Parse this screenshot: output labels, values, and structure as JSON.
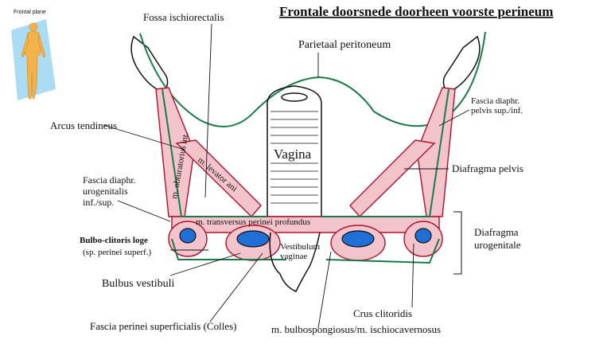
{
  "title": "Frontale doorsnede doorheen voorste perineum",
  "inset": {
    "caption": "Frontal plane"
  },
  "labels": {
    "fossa": "Fossa ischiorectalis",
    "peritoneum": "Parietaal peritoneum",
    "arcus": "Arcus tendineus",
    "fascia_pelvis": "Fascia diaphr.\npelvis sup./inf.",
    "vagina": "Vagina",
    "obturator": "m. obturatorius int.",
    "levator": "m. levator ani",
    "diafragma_pelvis": "Diafragma pelvis",
    "fascia_uro": "Fascia diaphr.\nurogenitalis\ninf./sup.",
    "transversus": "m. transversus perinei profundus",
    "bulbo_loge": "Bulbo-clitoris loge",
    "sp_perinei": "(sp. perinei superf.)",
    "vestibulum": "Vestibulum\nvaginae",
    "diafragma_uro": "Diafragma\nurogenitale",
    "bulbus": "Bulbus vestibuli",
    "crus": "Crus clitoridis",
    "colles": "Fascia perinei superficialis (Colles)",
    "bulbospong": "m. bulbospongiosus/m. ischiocavernosus"
  },
  "colors": {
    "muscle_fill": "#f3c4cc",
    "muscle_stroke": "#b0122a",
    "fascia_green": "#1a7a48",
    "bulb_blue": "#1f6fd6",
    "inset_plane": "#8fd0f0",
    "inset_body": "#f2b44a"
  }
}
